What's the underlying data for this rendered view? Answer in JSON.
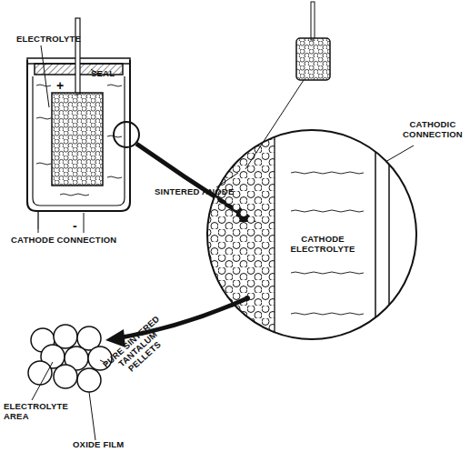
{
  "diagram": {
    "labels": [
      "ELECTROLYTE",
      "SEAL",
      "+",
      "SINTERED ANODE",
      "CATHODIC CONNECTION",
      "CATHODE ELECTROLYTE",
      "-",
      "CATHODE CONNECTION",
      "ELECTROLYTE AREA",
      "PURE SINTERED TANTALUM PELLETS",
      "OXIDE FILM"
    ]
  }
}
